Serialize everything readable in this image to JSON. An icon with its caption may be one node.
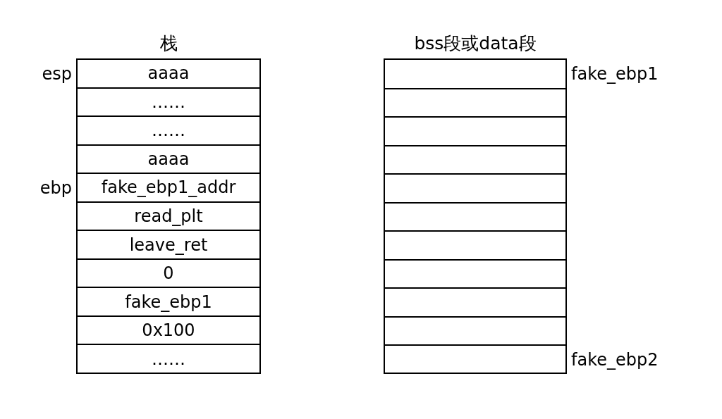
{
  "diagram": {
    "nodes": [
      {
        "text": [
          "栈"
        ]
      },
      {
        "text": [
          "aaaa"
        ],
        "in": 0,
        "beside": [
          "esp"
        ]
      },
      {
        "text": [
          "……"
        ],
        "in": 0
      },
      {
        "text": [
          "……"
        ],
        "in": 0
      },
      {
        "text": [
          "aaaa"
        ],
        "in": 0
      },
      {
        "text": [
          "fake_ebp1_addr"
        ],
        "in": 0,
        "beside": [
          "ebp"
        ]
      },
      {
        "text": [
          "read_plt"
        ],
        "in": 0
      },
      {
        "text": [
          "leave_ret"
        ],
        "in": 0
      },
      {
        "text": [
          "0"
        ],
        "in": 0
      },
      {
        "text": [
          "fake_ebp1"
        ],
        "in": 0
      },
      {
        "text": [
          "0x100"
        ],
        "in": 0
      },
      {
        "text": [
          "……"
        ],
        "in": 0
      },
      {
        "text": [
          "bss段或data段"
        ],
        "beside": [
          "fake_ebp1",
          "fake_ebp2"
        ]
      }
    ]
  }
}
